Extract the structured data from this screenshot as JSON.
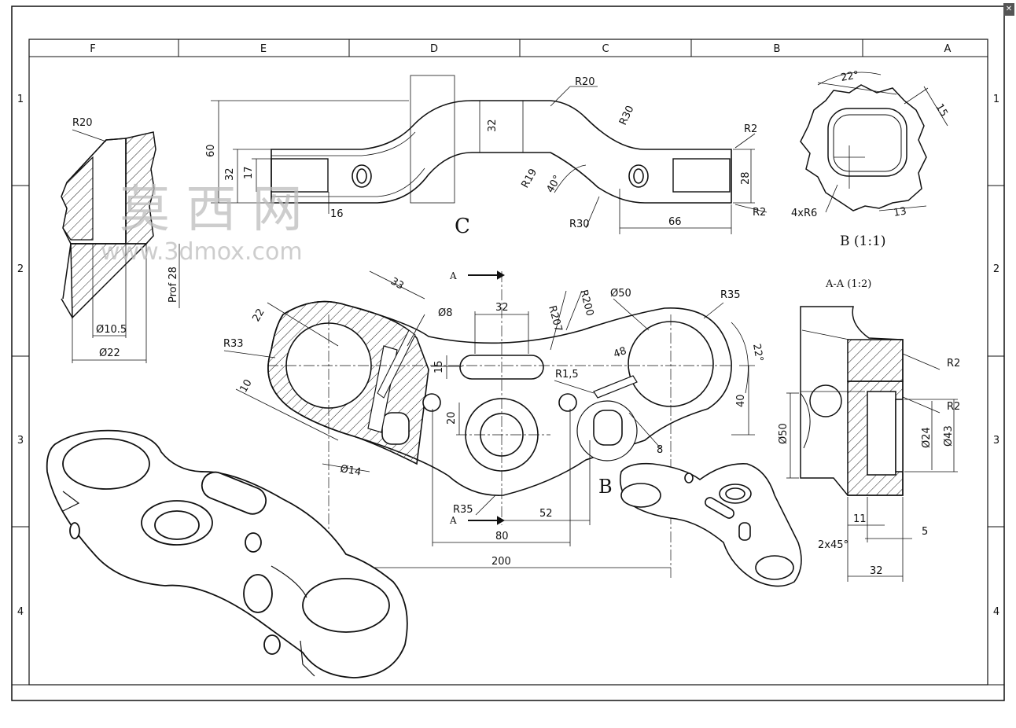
{
  "zone_cols": [
    "F",
    "E",
    "D",
    "C",
    "B",
    "A"
  ],
  "zone_rows": [
    "1",
    "2",
    "3",
    "4"
  ],
  "view_labels": {
    "detail_c": "C",
    "detail_b": "B",
    "detail_b_title": "B (1:1)",
    "section_title": "A-A (1:2)",
    "section_mark": "A"
  },
  "watermark": {
    "cn": "莫 西 网",
    "url": "www.3dmox.com"
  },
  "dims": {
    "top_view": [
      "R20",
      "60",
      "32",
      "32",
      "17",
      "16",
      "R19",
      "40°",
      "R30",
      "R30",
      "R2",
      "28",
      "R2",
      "66"
    ],
    "left_section": [
      "R20",
      "Prof 28",
      "Ø10.5",
      "Ø22"
    ],
    "detail_b": [
      "22°",
      "15",
      "4xR6",
      "13"
    ],
    "main_view": [
      "33",
      "Ø8",
      "22",
      "32",
      "R207",
      "R200",
      "Ø50",
      "R35",
      "R33",
      "10",
      "15",
      "48",
      "22°",
      "R1,5",
      "20",
      "40",
      "Ø14",
      "8",
      "R35",
      "52",
      "80",
      "200"
    ],
    "section_aa": [
      "R2",
      "R2",
      "Ø50",
      "Ø24",
      "Ø43",
      "11",
      "5",
      "2x45°",
      "32"
    ]
  },
  "colors": {
    "line": "#111111",
    "hatch": "#222222",
    "watermark": "#bdbdbd"
  }
}
